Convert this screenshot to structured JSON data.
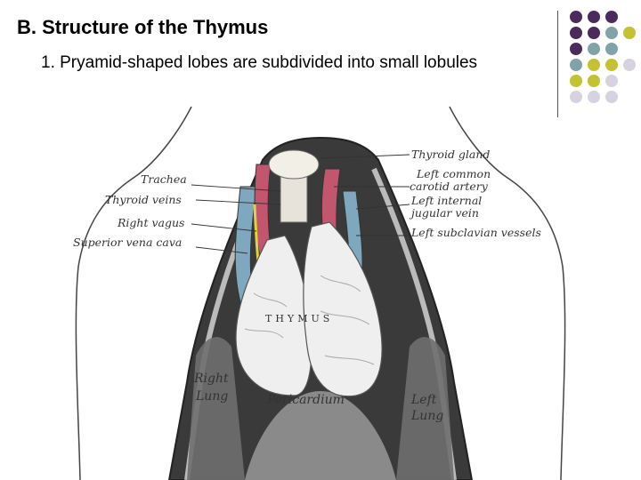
{
  "slide": {
    "title": "B. Structure of the Thymus",
    "bullet": "1. Pryamid-shaped lobes are subdivided into small lobules"
  },
  "decoration": {
    "colors": {
      "purple": "#4B2A5C",
      "teal": "#7FA3A8",
      "olive": "#C4C233",
      "lavender": "#D6D2E0",
      "divider": "#555555"
    }
  },
  "figure": {
    "labels": {
      "thyroid_gland": "Thyroid gland",
      "left_common": "Left common",
      "carotid_artery": "carotid artery",
      "trachea": "Trachea",
      "left_internal": "Left internal",
      "thyroid_veins": "Thyroid veins",
      "jugular_vein": "jugular vein",
      "right_vagus": "Right vagus",
      "superior_vena_cava": "Superior vena cava",
      "left_subclavian": "Left subclavian vessels",
      "thymus": "THYMUS",
      "right": "Right",
      "lung_r": "Lung",
      "pericardium": "Pericardium",
      "left": "Left",
      "lung_l": "Lung"
    }
  }
}
